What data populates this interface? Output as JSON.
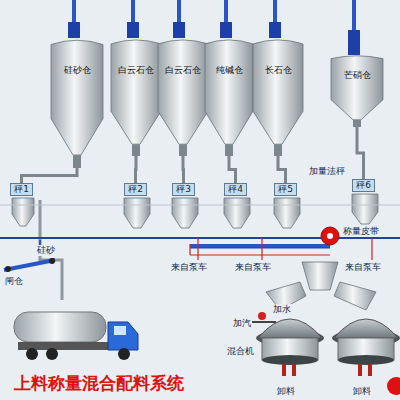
{
  "diagram": {
    "title": "上料称量混合配料系统",
    "nodes": [
      {
        "text": [
          "硅砂仓"
        ]
      },
      {
        "text": [
          "白云石仓"
        ]
      },
      {
        "text": [
          "白云石仓"
        ]
      },
      {
        "text": [
          "纯碱仓"
        ]
      },
      {
        "text": [
          "长石仓"
        ]
      },
      {
        "text": [
          "芒硝仓"
        ]
      },
      {
        "text": [
          "秤1"
        ]
      },
      {
        "text": [
          "秤2"
        ]
      },
      {
        "text": [
          "秤3"
        ]
      },
      {
        "text": [
          "秤4"
        ]
      },
      {
        "text": [
          "秤5"
        ]
      },
      {
        "text": [
          "秤6"
        ]
      }
    ],
    "edges": [
      {
        "from": 0,
        "to": 6,
        "arrow": "none"
      },
      {
        "from": 1,
        "to": 7,
        "arrow": "none"
      },
      {
        "from": 2,
        "to": 8,
        "arrow": "none"
      },
      {
        "from": 3,
        "to": 9,
        "arrow": "none"
      },
      {
        "from": 4,
        "to": 10,
        "arrow": "none"
      },
      {
        "from": 5,
        "to": 11,
        "arrow": "none"
      }
    ],
    "labels": [
      "加量法秤",
      "硅砂",
      "来自泵车",
      "来自泵车",
      "来自泵车",
      "称量皮带",
      "加水",
      "加汽",
      "混合机",
      "卸料",
      "卸料",
      "闸仓"
    ]
  }
}
